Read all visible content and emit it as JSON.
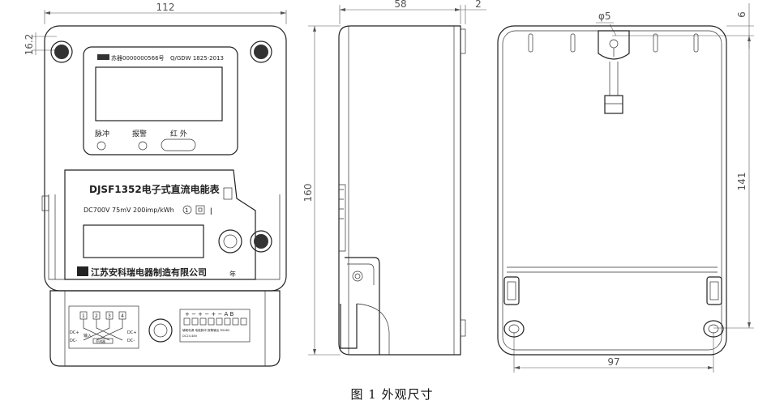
{
  "caption": "图 1 外观尺寸",
  "dimensions": {
    "front_width": "112",
    "front_top_offset": "16.2",
    "side_depth": "58",
    "side_extra": "2",
    "height": "160",
    "hole_diameter": "φ5",
    "back_hole_height": "141",
    "back_top_offset": "6",
    "back_hole_spacing": "97"
  },
  "nameplate": {
    "serial": "苏器0000000566号",
    "standard": "Q/GDW 1825-2013",
    "indicator_pulse": "脉冲",
    "indicator_alarm": "报警",
    "indicator_ir": "红 外",
    "model": "DJSF1352电子式直流电能表",
    "spec": "DC700V  75mV  200imp/kWh",
    "manufacturer": "江苏安科瑞电器制造有限公司",
    "year_char": "年"
  },
  "terminals": {
    "left_numbers": [
      "1",
      "2",
      "3",
      "4"
    ],
    "dc_plus_top": "DC+",
    "dc_minus_top": "DC-",
    "dc_plus_bottom": "DC+",
    "dc_minus_bottom": "DC-",
    "input_label": "输入",
    "shunt_label": "分流器",
    "right_labels": "辅助电源  电能脉冲  报警输出  RS485",
    "right_sub": "DC24-48V"
  }
}
